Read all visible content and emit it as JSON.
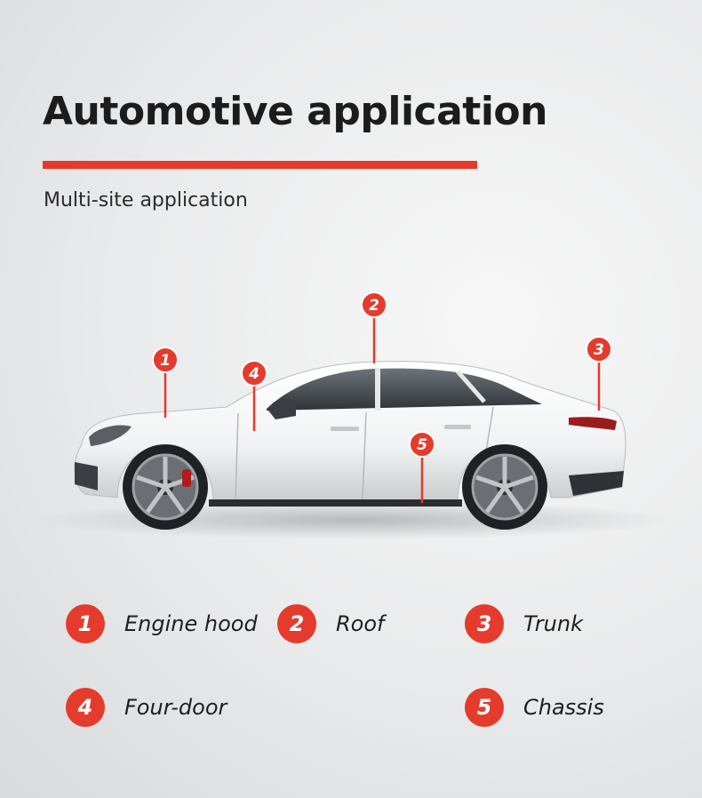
{
  "header": {
    "title": "Automotive application",
    "subtitle": "Multi-site application",
    "accent_color": "#e53b2c"
  },
  "markers": [
    {
      "num": "1"
    },
    {
      "num": "2"
    },
    {
      "num": "3"
    },
    {
      "num": "4"
    },
    {
      "num": "5"
    }
  ],
  "legend": [
    {
      "num": "1",
      "label": "Engine hood"
    },
    {
      "num": "2",
      "label": "Roof"
    },
    {
      "num": "3",
      "label": "Trunk"
    },
    {
      "num": "4",
      "label": "Four-door"
    },
    {
      "num": "5",
      "label": "Chassis"
    }
  ]
}
